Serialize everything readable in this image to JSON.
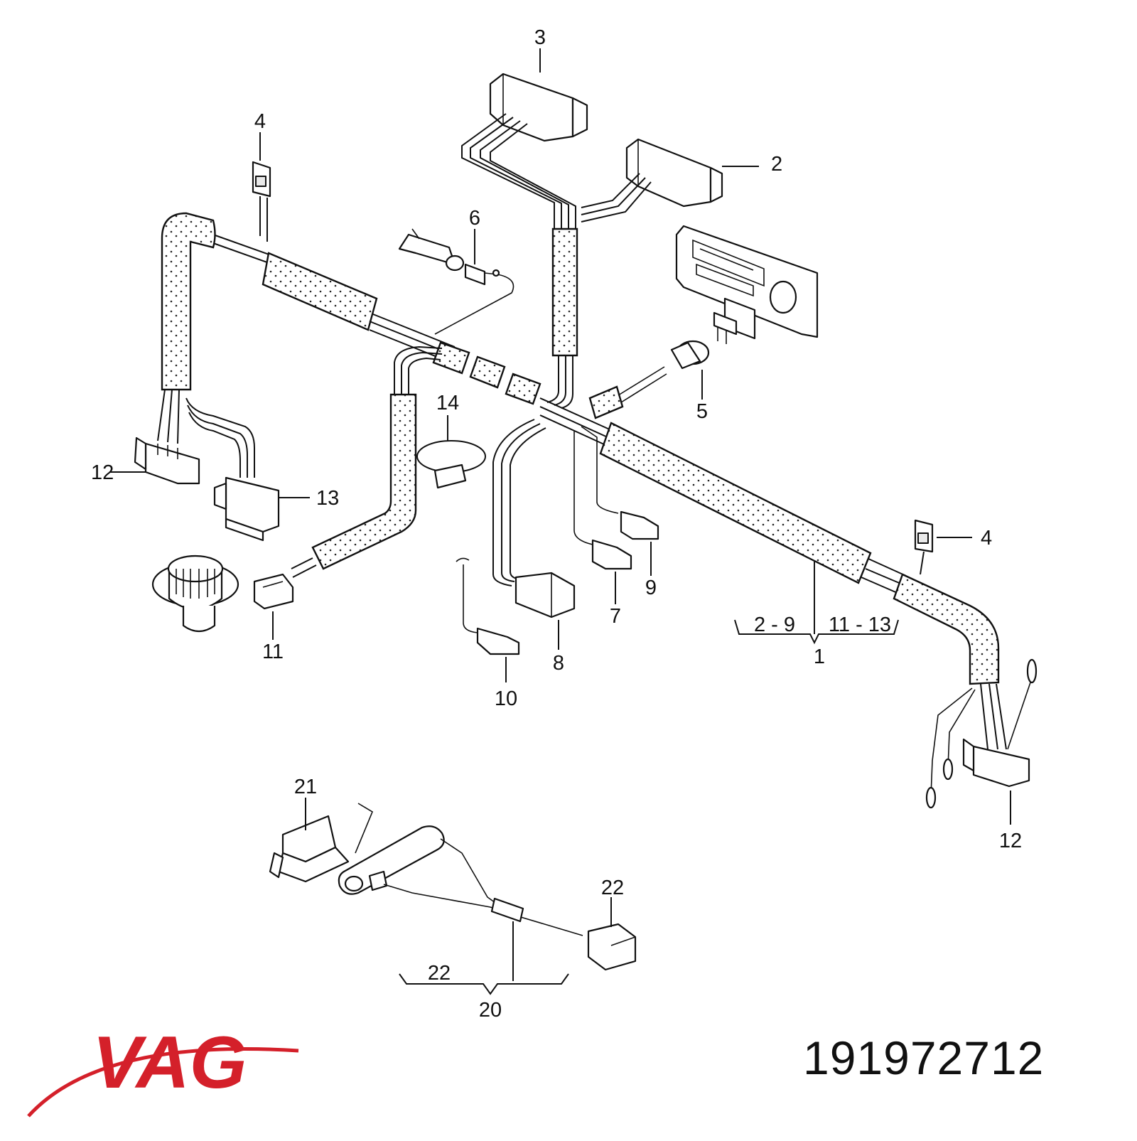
{
  "callouts": {
    "c1": "1",
    "c2": "2",
    "c3": "3",
    "c4a": "4",
    "c4b": "4",
    "c5": "5",
    "c6": "6",
    "c7": "7",
    "c8": "8",
    "c9": "9",
    "c10": "10",
    "c11": "11",
    "c12a": "12",
    "c12b": "12",
    "c13": "13",
    "c14": "14",
    "c20": "20",
    "c21": "21",
    "c22a": "22",
    "c22b": "22",
    "range1": "2 - 9",
    "range2": "11 - 13"
  },
  "brand": {
    "logo_text": "VAG",
    "logo_color": "#d4202a"
  },
  "part_number": "191972712"
}
